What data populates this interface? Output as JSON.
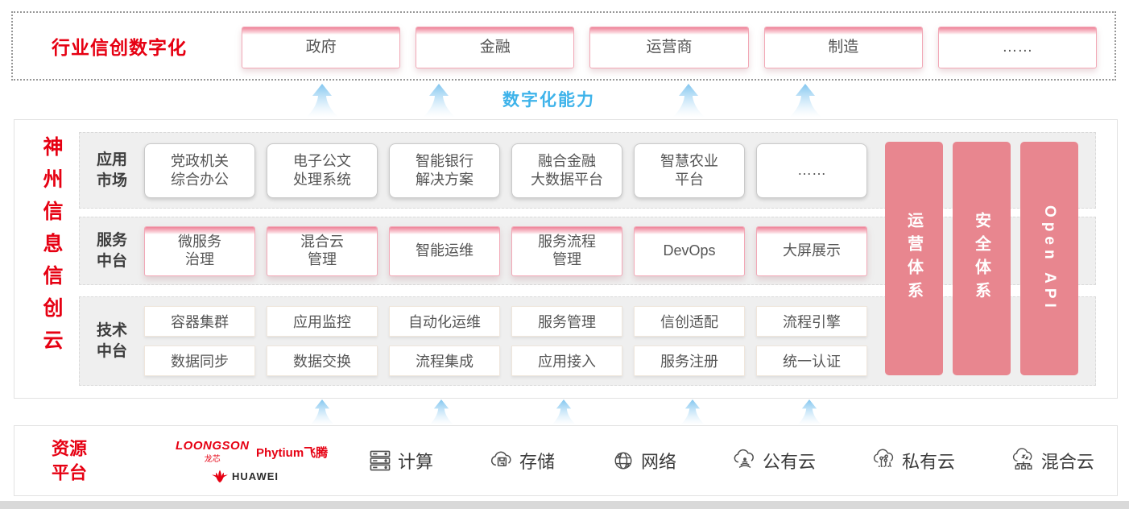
{
  "colors": {
    "brand_red": "#e60012",
    "accent_blue": "#3eb3ea",
    "bar_pink": "#e8868f"
  },
  "top_banner": {
    "title": "行业信创数字化",
    "industries": [
      "政府",
      "金融",
      "运营商",
      "制造",
      "……"
    ]
  },
  "capability_label": "数字化能力",
  "main": {
    "vertical_title": "神州信息信创云",
    "rows": [
      {
        "label": "应用\n市场",
        "cards": [
          "党政机关\n综合办公",
          "电子公文\n处理系统",
          "智能银行\n解决方案",
          "融合金融\n大数据平台",
          "智慧农业\n平台",
          "……"
        ]
      },
      {
        "label": "服务\n中台",
        "cards": [
          "微服务\n治理",
          "混合云\n管理",
          "智能运维",
          "服务流程\n管理",
          "DevOps",
          "大屏展示"
        ]
      },
      {
        "label": "技术\n中台",
        "cards_top": [
          "容器集群",
          "应用监控",
          "自动化运维",
          "服务管理",
          "信创适配",
          "流程引擎"
        ],
        "cards_bottom": [
          "数据同步",
          "数据交换",
          "流程集成",
          "应用接入",
          "服务注册",
          "统一认证"
        ]
      }
    ],
    "side_bars": [
      "运营体系",
      "安全体系",
      "Open API"
    ]
  },
  "resources": {
    "title": "资源\n平台",
    "vendors": [
      {
        "name": "LOONGSON",
        "sub": "龙芯"
      },
      {
        "name": "Phytium飞腾"
      },
      {
        "name": "HUAWEI",
        "icon": "huawei-logo"
      }
    ],
    "items": [
      {
        "label": "计算",
        "icon": "server-icon"
      },
      {
        "label": "存储",
        "icon": "storage-cloud-icon"
      },
      {
        "label": "网络",
        "icon": "network-globe-icon"
      },
      {
        "label": "公有云",
        "icon": "public-cloud-icon"
      },
      {
        "label": "私有云",
        "icon": "private-cloud-icon"
      },
      {
        "label": "混合云",
        "icon": "hybrid-cloud-icon"
      }
    ]
  }
}
